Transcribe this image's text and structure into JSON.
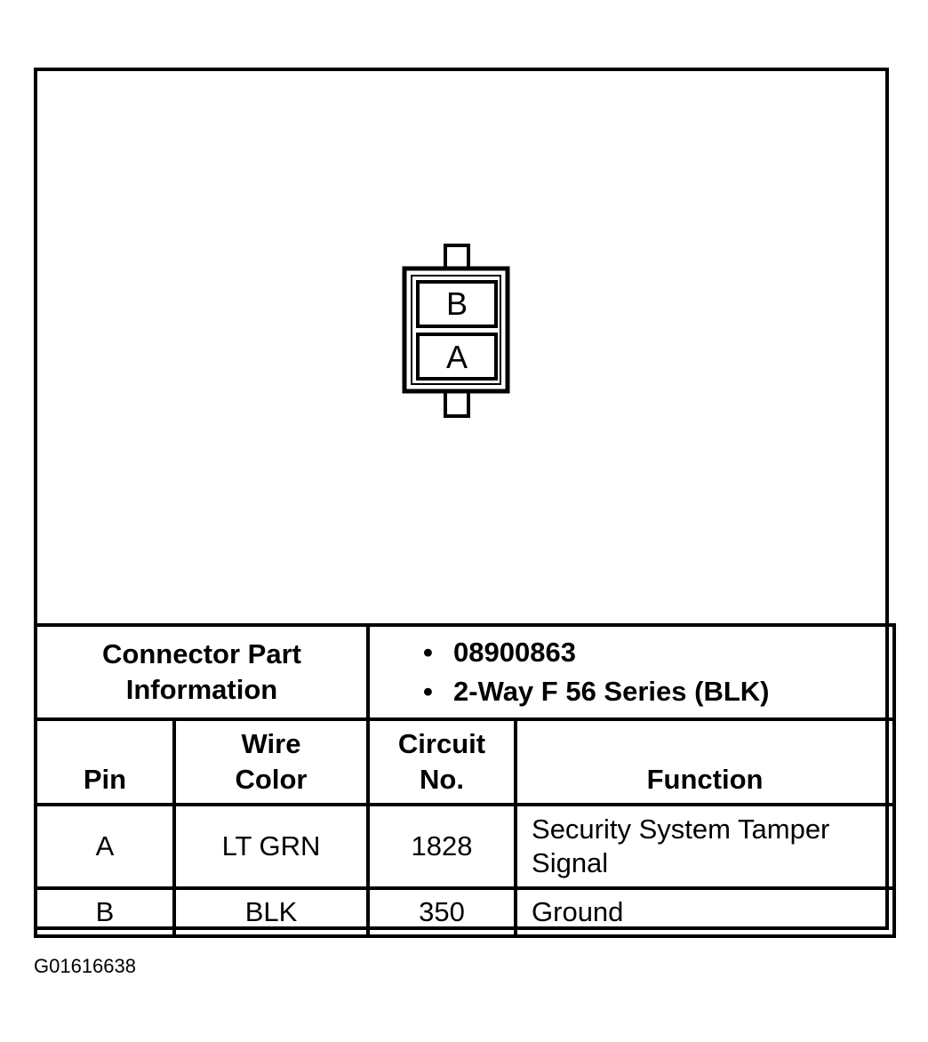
{
  "connector": {
    "pins": [
      "B",
      "A"
    ]
  },
  "part_info": {
    "label_line1": "Connector Part",
    "label_line2": "Information",
    "items": [
      "08900863",
      "2-Way F 56 Series (BLK)"
    ]
  },
  "table": {
    "headers": {
      "pin": "Pin",
      "wire_color_line1": "Wire",
      "wire_color_line2": "Color",
      "circuit_line1": "Circuit",
      "circuit_line2": "No.",
      "function": "Function"
    },
    "rows": [
      {
        "pin": "A",
        "wire_color": "LT GRN",
        "circuit": "1828",
        "function_line1": "Security System Tamper",
        "function_line2": "Signal"
      },
      {
        "pin": "B",
        "wire_color": "BLK",
        "circuit": "350",
        "function_line1": "Ground",
        "function_line2": ""
      }
    ]
  },
  "figure_id": "G01616638"
}
